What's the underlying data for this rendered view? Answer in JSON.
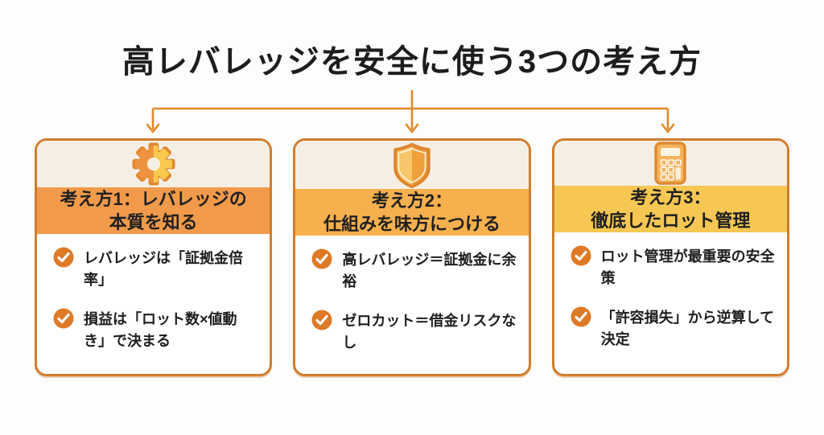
{
  "title": "高レバレッジを安全に使う3つの考え方",
  "colors": {
    "page_bg": "#FDFDFB",
    "title_text": "#1D1D1D",
    "connector": "#E08A2E",
    "card_border": "#CE7E2E",
    "icon_area_bg": "#F5EFE3",
    "body_bg": "#FFFFFF",
    "check_circle": "#DE7A26"
  },
  "cards": [
    {
      "icon": "gear-icon",
      "header_bg": "#F19A4A",
      "header_lines": [
        "考え方1：レバレッジの",
        "本質を知る"
      ],
      "bullets": [
        "レバレッジは「証拠金倍率」",
        "損益は「ロット数×値動き」で決まる"
      ]
    },
    {
      "icon": "shield-icon",
      "header_bg": "#F6B04E",
      "header_lines": [
        "考え方2：",
        "仕組みを味方につける"
      ],
      "bullets": [
        "高レバレッジ＝証拠金に余裕",
        "ゼロカット＝借金リスクなし"
      ]
    },
    {
      "icon": "calculator-icon",
      "header_bg": "#F6C753",
      "header_lines": [
        "考え方3：",
        "徹底したロット管理"
      ],
      "bullets": [
        "ロット管理が最重要の安全策",
        "「許容損失」から逆算して決定"
      ]
    }
  ]
}
